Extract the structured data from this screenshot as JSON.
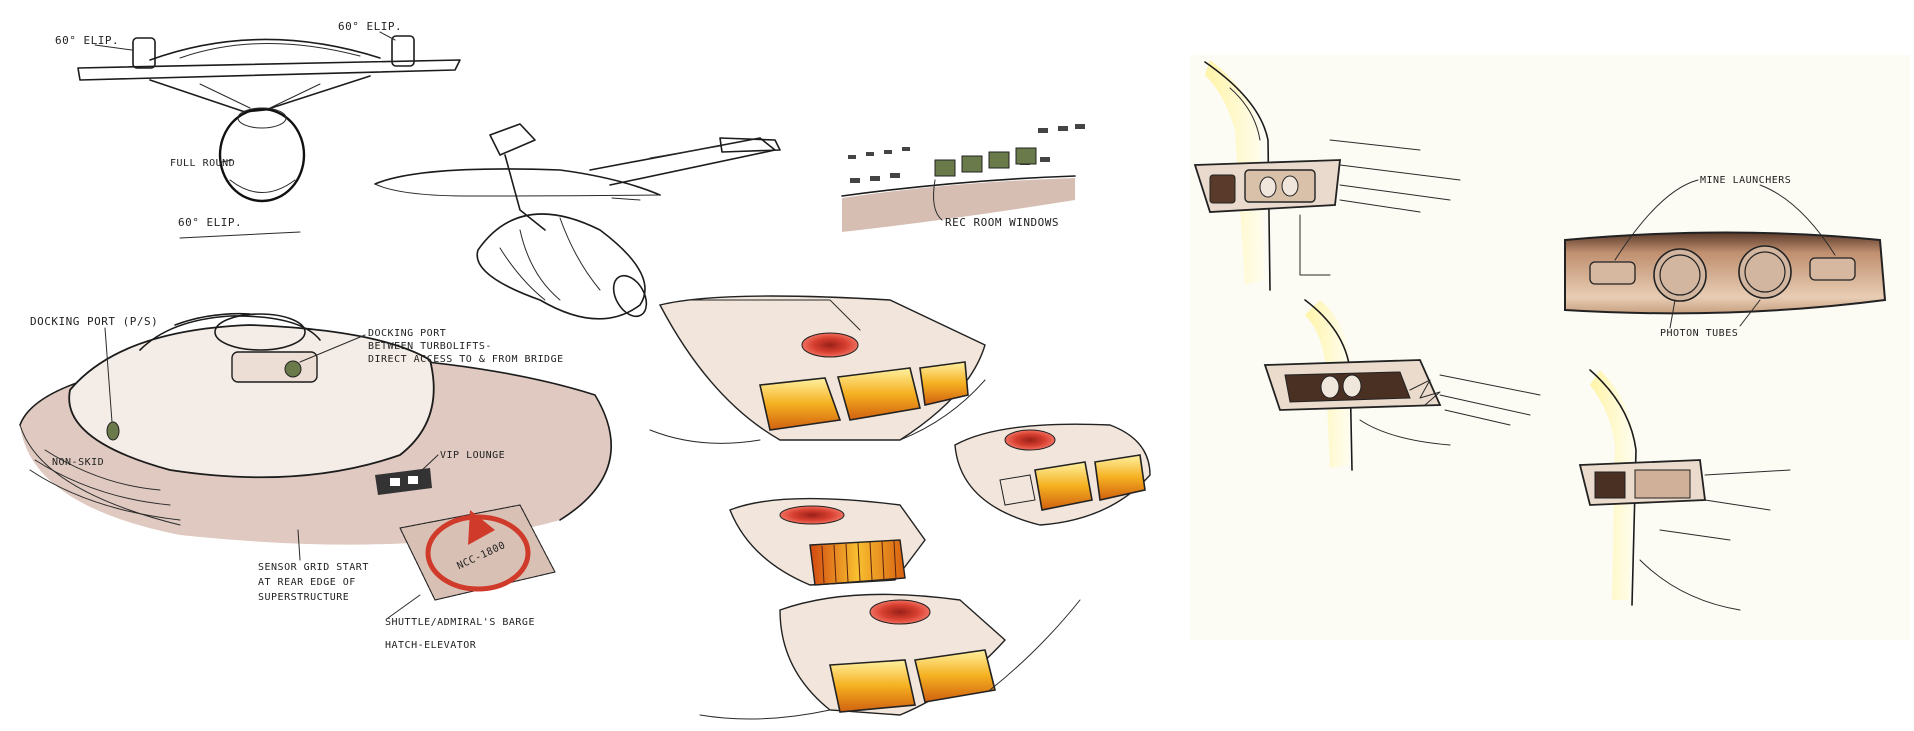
{
  "labels": {
    "top_left_ellipse": "60° ELIP.",
    "top_right_ellipse": "60° ELIP.",
    "full_round": "FULL ROUND",
    "bottom_ellipse": "60° ELIP.",
    "rec_room": "REC ROOM WINDOWS",
    "docking_port_ps": "DOCKING PORT (P/S)",
    "docking_port_note_1": "DOCKING PORT",
    "docking_port_note_2": "BETWEEN TURBOLIFTS-",
    "docking_port_note_3": "DIRECT ACCESS TO & FROM BRIDGE",
    "vip_lounge": "VIP LOUNGE",
    "non_skid": "NON-SKID",
    "sensor_grid_1": "SENSOR GRID START",
    "sensor_grid_2": "AT REAR EDGE OF",
    "sensor_grid_3": "SUPERSTRUCTURE",
    "shuttle_1": "SHUTTLE/ADMIRAL'S BARGE",
    "shuttle_2": "HATCH-ELEVATOR",
    "registry": "NCC-1800",
    "mine_launchers": "MINE LAUNCHERS",
    "photon_tubes": "PHOTON TUBES"
  },
  "colors": {
    "ink": "#1c1c1c",
    "marker_tan": "#c9a89a",
    "marker_warm": "#d8c0b0",
    "thruster_orange": "#f0a020",
    "thruster_yellow": "#ffd040",
    "hatch_red": "#d03a2a",
    "window_green": "#6a7a4a",
    "highlight_yellow": "#fff2a0"
  }
}
